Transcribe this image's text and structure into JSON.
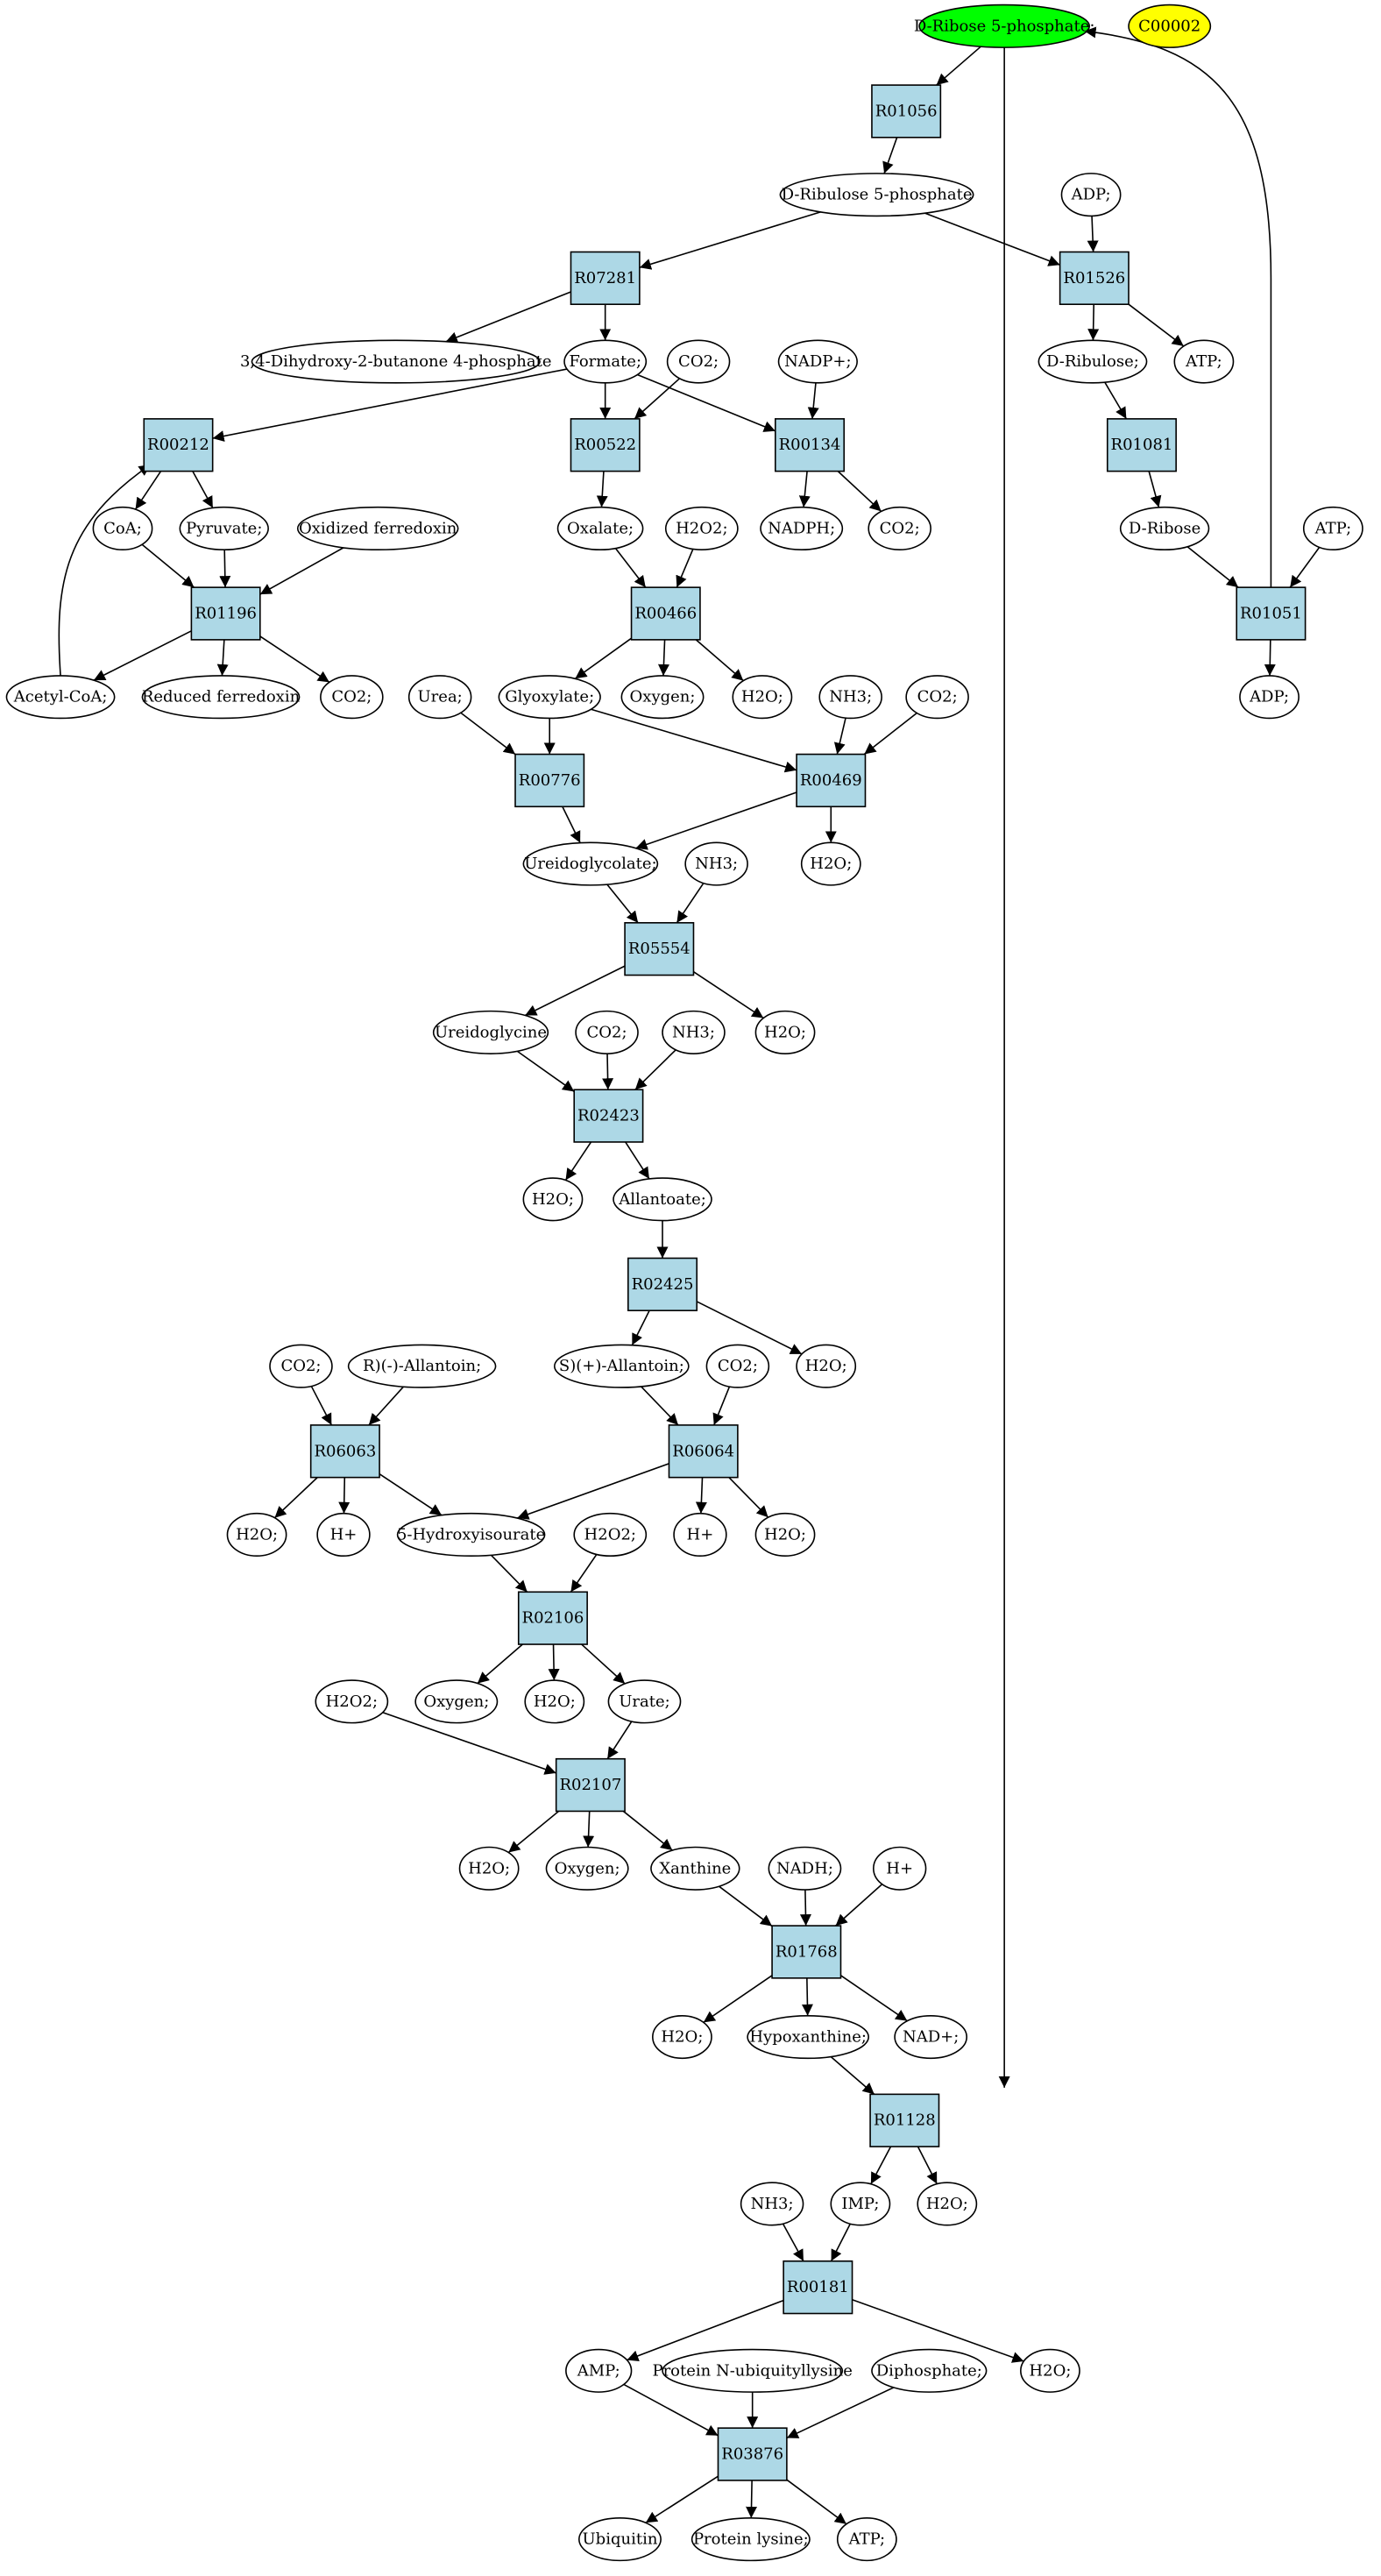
{
  "colors": {
    "compound_fill": "#ffffff",
    "reaction_fill": "#add8e6",
    "highlight_start": "#00ff00",
    "highlight_other": "#ffff00",
    "line": "#000000"
  },
  "reactions": [
    {
      "id": "r_R01056",
      "label": "R01056"
    },
    {
      "id": "r_R07281",
      "label": "R07281"
    },
    {
      "id": "r_R01526",
      "label": "R01526"
    },
    {
      "id": "r_R00212",
      "label": "R00212"
    },
    {
      "id": "r_R00522",
      "label": "R00522"
    },
    {
      "id": "r_R00134",
      "label": "R00134"
    },
    {
      "id": "r_R01081",
      "label": "R01081"
    },
    {
      "id": "r_R01196",
      "label": "R01196"
    },
    {
      "id": "r_R00466",
      "label": "R00466"
    },
    {
      "id": "r_R01051",
      "label": "R01051"
    },
    {
      "id": "r_R00776",
      "label": "R00776"
    },
    {
      "id": "r_R00469",
      "label": "R00469"
    },
    {
      "id": "r_R05554",
      "label": "R05554"
    },
    {
      "id": "r_R02423",
      "label": "R02423"
    },
    {
      "id": "r_R02425",
      "label": "R02425"
    },
    {
      "id": "r_R06063",
      "label": "R06063"
    },
    {
      "id": "r_R06064",
      "label": "R06064"
    },
    {
      "id": "r_R02106",
      "label": "R02106"
    },
    {
      "id": "r_R02107",
      "label": "R02107"
    },
    {
      "id": "r_R01768",
      "label": "R01768"
    },
    {
      "id": "r_R01128",
      "label": "R01128"
    },
    {
      "id": "r_R00181",
      "label": "R00181"
    },
    {
      "id": "r_R03876",
      "label": "R03876"
    }
  ],
  "compounds": [
    {
      "id": "c_ribose5p",
      "label": "D-Ribose 5-phosphate;",
      "style": "start"
    },
    {
      "id": "c_c00002",
      "label": "C00002",
      "style": "other"
    },
    {
      "id": "c_ribulose5p",
      "label": "D-Ribulose 5-phosphate"
    },
    {
      "id": "c_adp_top",
      "label": "ADP;"
    },
    {
      "id": "c_dhbp",
      "label": "3,4-Dihydroxy-2-butanone 4-phosphate"
    },
    {
      "id": "c_formate",
      "label": "Formate;"
    },
    {
      "id": "c_co2_522",
      "label": "CO2;"
    },
    {
      "id": "c_nadp",
      "label": "NADP+;"
    },
    {
      "id": "c_dribulose",
      "label": "D-Ribulose;"
    },
    {
      "id": "c_atp_1526",
      "label": "ATP;"
    },
    {
      "id": "c_coa",
      "label": "CoA;"
    },
    {
      "id": "c_pyruvate",
      "label": "Pyruvate;"
    },
    {
      "id": "c_oxfd",
      "label": "Oxidized ferredoxin"
    },
    {
      "id": "c_oxalate",
      "label": "Oxalate;"
    },
    {
      "id": "c_h2o2_466",
      "label": "H2O2;"
    },
    {
      "id": "c_nadph",
      "label": "NADPH;"
    },
    {
      "id": "c_co2_134",
      "label": "CO2;"
    },
    {
      "id": "c_dribose",
      "label": "D-Ribose"
    },
    {
      "id": "c_atp_1051",
      "label": "ATP;"
    },
    {
      "id": "c_acetylcoa",
      "label": "Acetyl-CoA;"
    },
    {
      "id": "c_redfd",
      "label": "Reduced ferredoxin"
    },
    {
      "id": "c_co2_1196",
      "label": "CO2;"
    },
    {
      "id": "c_oxygen_466",
      "label": "Oxygen;"
    },
    {
      "id": "c_h2o_466",
      "label": "H2O;"
    },
    {
      "id": "c_adp_1051",
      "label": "ADP;"
    },
    {
      "id": "c_urea",
      "label": "Urea;"
    },
    {
      "id": "c_glyoxylate",
      "label": "Glyoxylate;"
    },
    {
      "id": "c_nh3_469",
      "label": "NH3;"
    },
    {
      "id": "c_co2_469",
      "label": "CO2;"
    },
    {
      "id": "c_ureidoglycolate",
      "label": "Ureidoglycolate;"
    },
    {
      "id": "c_nh3_5554",
      "label": "NH3;"
    },
    {
      "id": "c_h2o_469",
      "label": "H2O;"
    },
    {
      "id": "c_ureidoglycine",
      "label": "Ureidoglycine"
    },
    {
      "id": "c_co2_2423",
      "label": "CO2;"
    },
    {
      "id": "c_nh3_2423",
      "label": "NH3;"
    },
    {
      "id": "c_h2o_5554",
      "label": "H2O;"
    },
    {
      "id": "c_h2o_2423",
      "label": "H2O;"
    },
    {
      "id": "c_allantoate",
      "label": "Allantoate;"
    },
    {
      "id": "c_co2_6063",
      "label": "CO2;"
    },
    {
      "id": "c_rallantoin",
      "label": "R)(-)-Allantoin;"
    },
    {
      "id": "c_sallantoin",
      "label": "S)(+)-Allantoin;"
    },
    {
      "id": "c_co2_6064",
      "label": "CO2;"
    },
    {
      "id": "c_h2o_2425",
      "label": "H2O;"
    },
    {
      "id": "c_h2o_6063",
      "label": "H2O;"
    },
    {
      "id": "c_hplus_6063",
      "label": "H+"
    },
    {
      "id": "c_5hiu",
      "label": "5-Hydroxyisourate"
    },
    {
      "id": "c_h2o2_2106",
      "label": "H2O2;"
    },
    {
      "id": "c_hplus_6064",
      "label": "H+"
    },
    {
      "id": "c_h2o_6064",
      "label": "H2O;"
    },
    {
      "id": "c_h2o2_2107",
      "label": "H2O2;"
    },
    {
      "id": "c_oxygen_2106",
      "label": "Oxygen;"
    },
    {
      "id": "c_h2o_2106",
      "label": "H2O;"
    },
    {
      "id": "c_urate",
      "label": "Urate;"
    },
    {
      "id": "c_h2o_2107",
      "label": "H2O;"
    },
    {
      "id": "c_oxygen_2107",
      "label": "Oxygen;"
    },
    {
      "id": "c_xanthine",
      "label": "Xanthine"
    },
    {
      "id": "c_nadh",
      "label": "NADH;"
    },
    {
      "id": "c_hplus_1768",
      "label": "H+"
    },
    {
      "id": "c_h2o_1768",
      "label": "H2O;"
    },
    {
      "id": "c_hypoxanthine",
      "label": "Hypoxanthine;"
    },
    {
      "id": "c_nad",
      "label": "NAD+;"
    },
    {
      "id": "c_nh3_181",
      "label": "NH3;"
    },
    {
      "id": "c_imp",
      "label": "IMP;"
    },
    {
      "id": "c_h2o_1128",
      "label": "H2O;"
    },
    {
      "id": "c_amp",
      "label": "AMP;"
    },
    {
      "id": "c_pnul",
      "label": "Protein N-ubiquityllysine"
    },
    {
      "id": "c_diphosphate",
      "label": "Diphosphate;"
    },
    {
      "id": "c_h2o_181",
      "label": "H2O;"
    },
    {
      "id": "c_ubiquitin",
      "label": "Ubiquitin"
    },
    {
      "id": "c_proteinlysine",
      "label": "Protein lysine;"
    },
    {
      "id": "c_atp_3876",
      "label": "ATP;"
    }
  ],
  "edges": [
    [
      "c_ribose5p",
      "r_R01056"
    ],
    [
      "c_ribose5p",
      "r_R01128"
    ],
    [
      "r_R01056",
      "c_ribulose5p"
    ],
    [
      "c_ribulose5p",
      "r_R07281"
    ],
    [
      "c_ribulose5p",
      "r_R01526"
    ],
    [
      "c_adp_top",
      "r_R01526"
    ],
    [
      "r_R07281",
      "c_dhbp"
    ],
    [
      "r_R07281",
      "c_formate"
    ],
    [
      "r_R01526",
      "c_dribulose"
    ],
    [
      "r_R01526",
      "c_atp_1526"
    ],
    [
      "c_formate",
      "r_R00212"
    ],
    [
      "c_formate",
      "r_R00522"
    ],
    [
      "c_formate",
      "r_R00134"
    ],
    [
      "c_co2_522",
      "r_R00522"
    ],
    [
      "c_nadp",
      "r_R00134"
    ],
    [
      "c_dribulose",
      "r_R01081"
    ],
    [
      "r_R00212",
      "c_coa"
    ],
    [
      "r_R00212",
      "c_pyruvate"
    ],
    [
      "r_R00522",
      "c_oxalate"
    ],
    [
      "r_R00134",
      "c_nadph"
    ],
    [
      "r_R00134",
      "c_co2_134"
    ],
    [
      "r_R01081",
      "c_dribose"
    ],
    [
      "c_coa",
      "r_R01196"
    ],
    [
      "c_pyruvate",
      "r_R01196"
    ],
    [
      "c_oxfd",
      "r_R01196"
    ],
    [
      "c_oxalate",
      "r_R00466"
    ],
    [
      "c_h2o2_466",
      "r_R00466"
    ],
    [
      "c_dribose",
      "r_R01051"
    ],
    [
      "c_atp_1051",
      "r_R01051"
    ],
    [
      "r_R01051",
      "c_ribose5p"
    ],
    [
      "r_R01196",
      "c_acetylcoa"
    ],
    [
      "r_R01196",
      "c_redfd"
    ],
    [
      "r_R01196",
      "c_co2_1196"
    ],
    [
      "c_acetylcoa",
      "r_R00212"
    ],
    [
      "r_R00466",
      "c_glyoxylate"
    ],
    [
      "r_R00466",
      "c_oxygen_466"
    ],
    [
      "r_R00466",
      "c_h2o_466"
    ],
    [
      "r_R01051",
      "c_adp_1051"
    ],
    [
      "c_urea",
      "r_R00776"
    ],
    [
      "c_glyoxylate",
      "r_R00776"
    ],
    [
      "c_glyoxylate",
      "r_R00469"
    ],
    [
      "c_nh3_469",
      "r_R00469"
    ],
    [
      "c_co2_469",
      "r_R00469"
    ],
    [
      "r_R00776",
      "c_ureidoglycolate"
    ],
    [
      "r_R00469",
      "c_ureidoglycolate"
    ],
    [
      "r_R00469",
      "c_h2o_469"
    ],
    [
      "c_ureidoglycolate",
      "r_R05554"
    ],
    [
      "c_nh3_5554",
      "r_R05554"
    ],
    [
      "r_R05554",
      "c_ureidoglycine"
    ],
    [
      "r_R05554",
      "c_h2o_5554"
    ],
    [
      "c_ureidoglycine",
      "r_R02423"
    ],
    [
      "c_co2_2423",
      "r_R02423"
    ],
    [
      "c_nh3_2423",
      "r_R02423"
    ],
    [
      "r_R02423",
      "c_h2o_2423"
    ],
    [
      "r_R02423",
      "c_allantoate"
    ],
    [
      "c_allantoate",
      "r_R02425"
    ],
    [
      "r_R02425",
      "c_sallantoin"
    ],
    [
      "r_R02425",
      "c_h2o_2425"
    ],
    [
      "c_co2_6063",
      "r_R06063"
    ],
    [
      "c_rallantoin",
      "r_R06063"
    ],
    [
      "c_sallantoin",
      "r_R06064"
    ],
    [
      "c_co2_6064",
      "r_R06064"
    ],
    [
      "r_R06063",
      "c_h2o_6063"
    ],
    [
      "r_R06063",
      "c_hplus_6063"
    ],
    [
      "r_R06063",
      "c_5hiu"
    ],
    [
      "r_R06064",
      "c_5hiu"
    ],
    [
      "r_R06064",
      "c_hplus_6064"
    ],
    [
      "r_R06064",
      "c_h2o_6064"
    ],
    [
      "c_5hiu",
      "r_R02106"
    ],
    [
      "c_h2o2_2106",
      "r_R02106"
    ],
    [
      "r_R02106",
      "c_oxygen_2106"
    ],
    [
      "r_R02106",
      "c_h2o_2106"
    ],
    [
      "r_R02106",
      "c_urate"
    ],
    [
      "c_h2o2_2107",
      "r_R02107"
    ],
    [
      "c_urate",
      "r_R02107"
    ],
    [
      "r_R02107",
      "c_h2o_2107"
    ],
    [
      "r_R02107",
      "c_oxygen_2107"
    ],
    [
      "r_R02107",
      "c_xanthine"
    ],
    [
      "c_xanthine",
      "r_R01768"
    ],
    [
      "c_nadh",
      "r_R01768"
    ],
    [
      "c_hplus_1768",
      "r_R01768"
    ],
    [
      "r_R01768",
      "c_h2o_1768"
    ],
    [
      "r_R01768",
      "c_hypoxanthine"
    ],
    [
      "r_R01768",
      "c_nad"
    ],
    [
      "c_hypoxanthine",
      "r_R01128"
    ],
    [
      "r_R01128",
      "c_imp"
    ],
    [
      "r_R01128",
      "c_h2o_1128"
    ],
    [
      "c_nh3_181",
      "r_R00181"
    ],
    [
      "c_imp",
      "r_R00181"
    ],
    [
      "r_R00181",
      "c_amp"
    ],
    [
      "r_R00181",
      "c_h2o_181"
    ],
    [
      "c_amp",
      "r_R03876"
    ],
    [
      "c_pnul",
      "r_R03876"
    ],
    [
      "c_diphosphate",
      "r_R03876"
    ],
    [
      "r_R03876",
      "c_ubiquitin"
    ],
    [
      "r_R03876",
      "c_proteinlysine"
    ],
    [
      "r_R03876",
      "c_atp_3876"
    ]
  ]
}
